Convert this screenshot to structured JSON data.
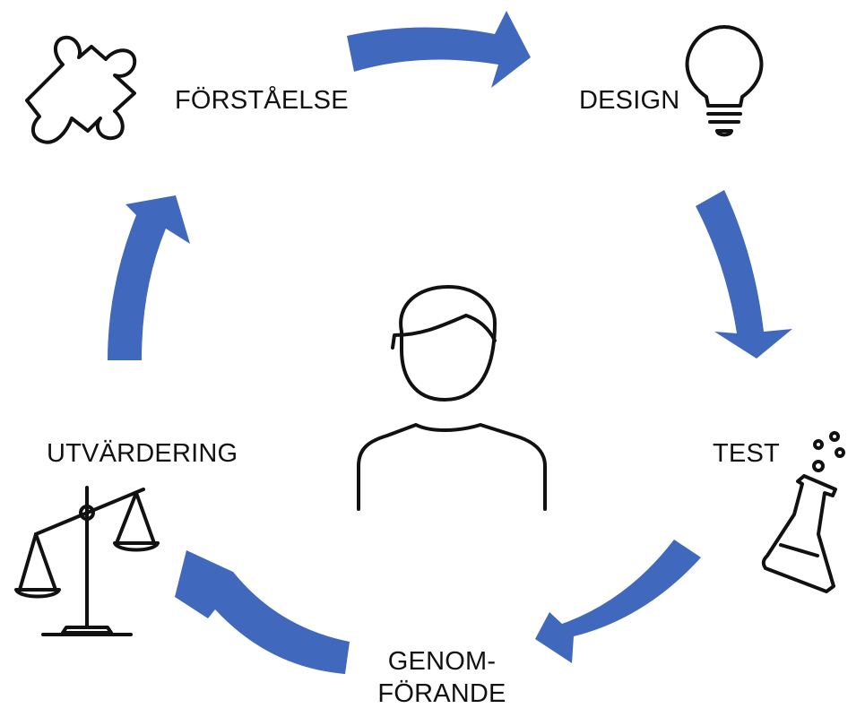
{
  "stages": {
    "understanding": "FÖRSTÅELSE",
    "design": "DESIGN",
    "test": "TEST",
    "implementation_line1": "GENOM-",
    "implementation_line2": "FÖRANDE",
    "evaluation": "UTVÄRDERING"
  },
  "colors": {
    "arrow": "#4068bd",
    "stroke": "#111111"
  },
  "icons": {
    "understanding": "puzzle-piece-icon",
    "design": "light-bulb-icon",
    "test": "flask-icon",
    "evaluation": "scales-icon",
    "center": "person-icon"
  }
}
